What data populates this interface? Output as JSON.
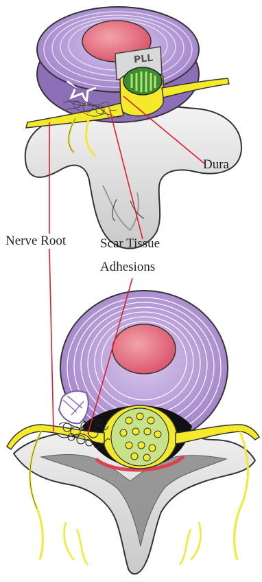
{
  "labels": {
    "pll": "PLL",
    "dura": "Dura",
    "nerve_root": "Nerve Root",
    "scar_line1": "Scar Tissue",
    "scar_line2": "Adhesions"
  },
  "colors": {
    "disc_purple": "#b79ad6",
    "disc_ring": "#8d6fb8",
    "nucleus_red": "#e5707a",
    "nerve_yellow": "#f5ea2a",
    "cord_green": "#c6e38a",
    "bone_gray": "#dedede",
    "pointer_red": "#e11d2a"
  }
}
